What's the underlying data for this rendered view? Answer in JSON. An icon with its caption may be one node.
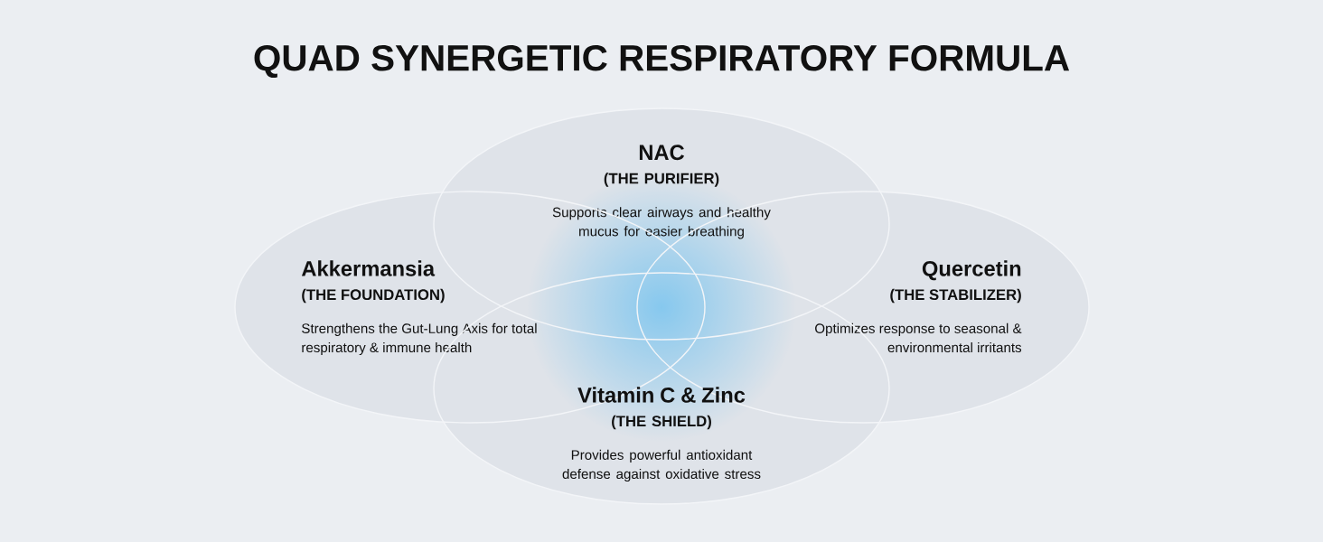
{
  "diagram": {
    "title": "QUAD SYNERGETIC RESPIRATORY FORMULA",
    "nodes": [
      {
        "text": [
          "NAC",
          "(THE PURIFIER)",
          "Supports clear airways and healthy mucus for easier breathing"
        ]
      },
      {
        "text": [
          "Akkermansia",
          "(THE FOUNDATION)",
          "Strengthens the Gut-Lung Axis for total respiratory & immune health"
        ]
      },
      {
        "text": [
          "Quercetin",
          "(THE STABILIZER)",
          "Optimizes response to seasonal & environmental irritants"
        ]
      },
      {
        "text": [
          "Vitamin C & Zinc",
          "(THE SHIELD)",
          "Provides powerful antioxidant defense against oxidative stress"
        ]
      }
    ]
  }
}
